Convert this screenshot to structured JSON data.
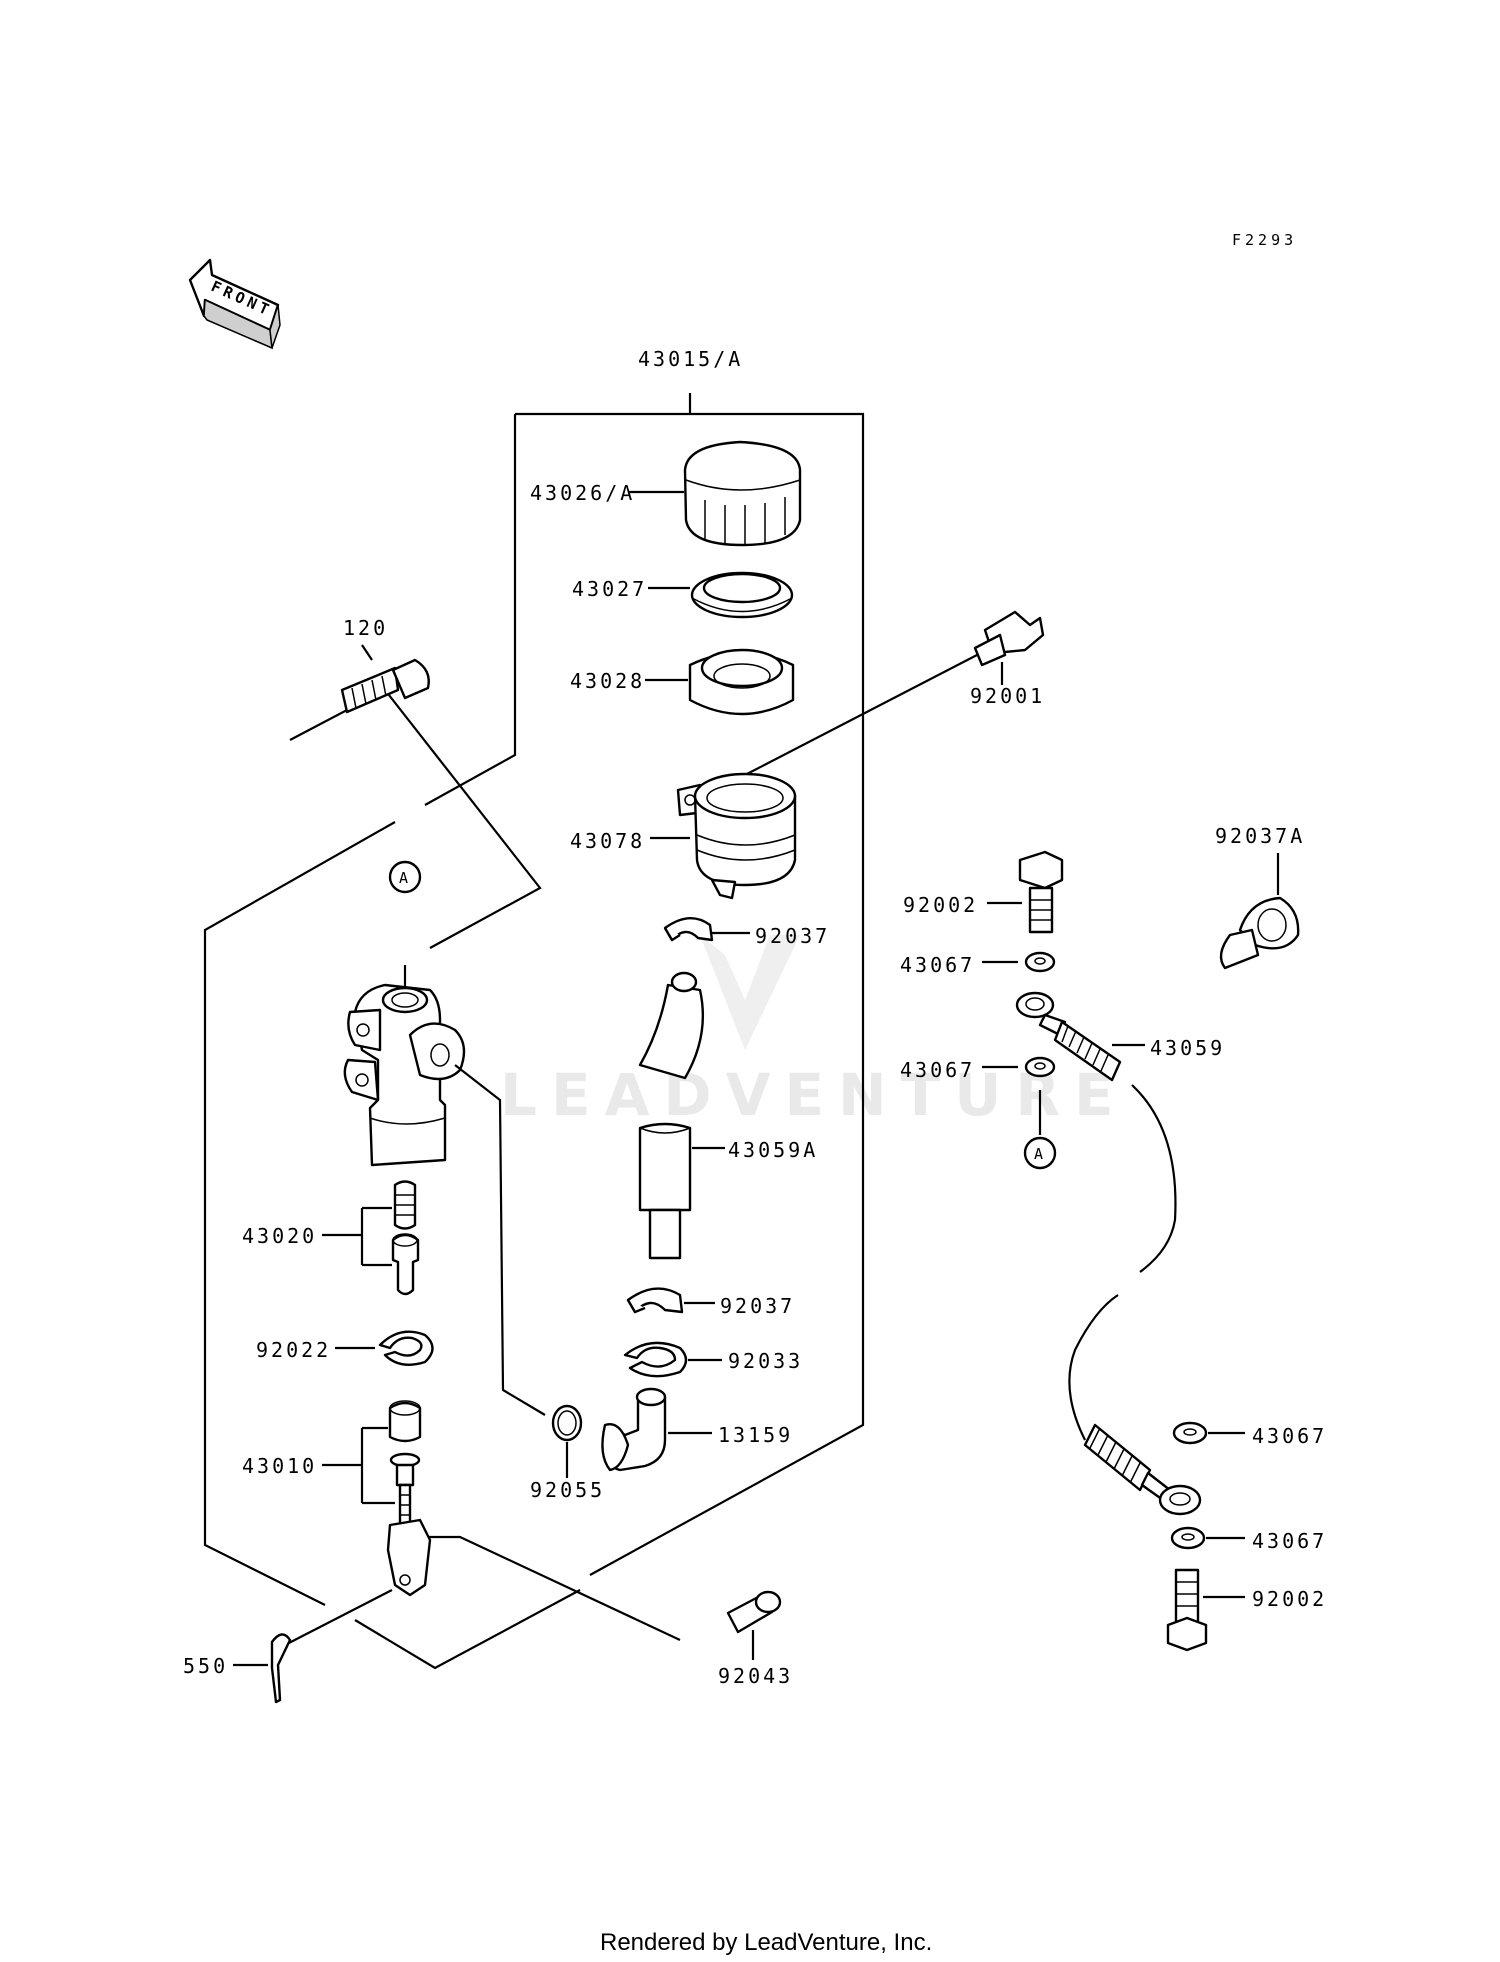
{
  "diagram": {
    "figure_code": "F2293",
    "front_label": "FRONT",
    "watermark": "LEADVENTURE",
    "footer": "Rendered by LeadVenture, Inc.",
    "ref_marker": "A",
    "parts": {
      "p43015A": "43015/A",
      "p43026A": "43026/A",
      "p43027": "43027",
      "p43028": "43028",
      "p120": "120",
      "p92001": "92001",
      "p43078": "43078",
      "p92037A": "92037A",
      "p92037_top": "92037",
      "p92002_top": "92002",
      "p43067_1": "43067",
      "p43059": "43059",
      "p43067_2": "43067",
      "p43059A": "43059A",
      "p43020": "43020",
      "p92037_bottom": "92037",
      "p92022": "92022",
      "p92033": "92033",
      "p13159": "13159",
      "p43010": "43010",
      "p92055": "92055",
      "p43067_3": "43067",
      "p43067_4": "43067",
      "p92002_bottom": "92002",
      "p550": "550",
      "p92043": "92043"
    }
  }
}
